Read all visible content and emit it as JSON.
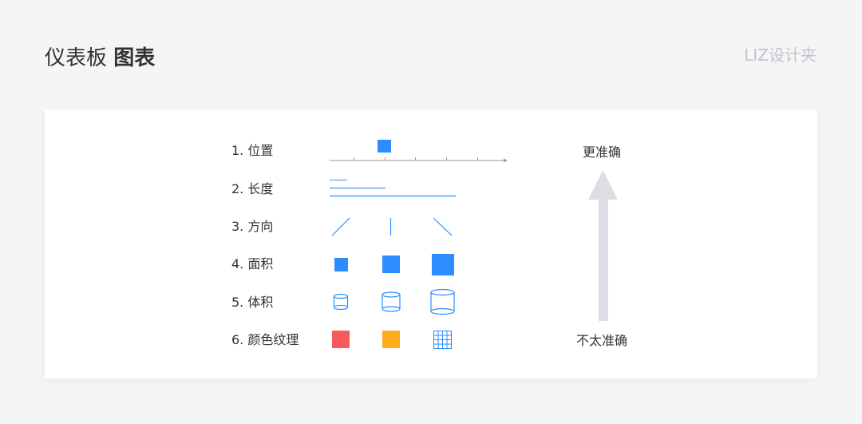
{
  "header": {
    "title_regular": "仪表板",
    "title_bold": "图表",
    "brand": "LIZ设计夹"
  },
  "colors": {
    "background": "#f4f5f7",
    "card": "#ffffff",
    "blue": "#2d8cff",
    "red": "#f65a5b",
    "orange": "#fdac1b",
    "axis": "#999999",
    "arrow": "#dcdee3"
  },
  "rows": [
    {
      "label": "1. 位置",
      "encoding": "position"
    },
    {
      "label": "2. 长度",
      "encoding": "length"
    },
    {
      "label": "3. 方向",
      "encoding": "direction"
    },
    {
      "label": "4. 面积",
      "encoding": "area"
    },
    {
      "label": "5. 体积",
      "encoding": "volume"
    },
    {
      "label": "6. 颜色纹理",
      "encoding": "color-texture"
    }
  ],
  "accuracy": {
    "top_label": "更准确",
    "bottom_label": "不太准确"
  }
}
